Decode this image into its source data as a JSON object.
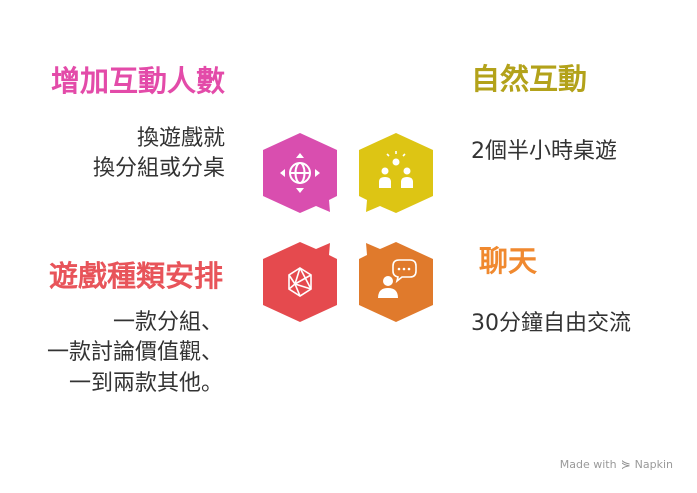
{
  "quadrants": [
    {
      "position": "top-left",
      "title": "增加互動人數",
      "lines": [
        "換遊戲就",
        "換分組或分桌"
      ],
      "color": "#E34BA9",
      "icon": "globe-arrows-icon"
    },
    {
      "position": "top-right",
      "title": "自然互動",
      "lines": [
        "2個半小時桌遊"
      ],
      "color": "#B3A21A",
      "icon": "people-idea-icon"
    },
    {
      "position": "bottom-left",
      "title": "遊戲種類安排",
      "lines": [
        "一款分組、",
        "一款討論價值觀、",
        "一到兩款其他。"
      ],
      "color": "#E8545A",
      "icon": "network-polygon-icon"
    },
    {
      "position": "bottom-right",
      "title": "聊天",
      "lines": [
        "30分鐘自由交流"
      ],
      "color": "#F0892F",
      "icon": "person-chat-icon"
    }
  ],
  "hex_colors": {
    "top-left": "#D94EAF",
    "top-right": "#DDC514",
    "bottom-left": "#E54A4E",
    "bottom-right": "#E07A2C"
  },
  "watermark": {
    "text": "Made with",
    "brand": "Napkin",
    "icon": "napkin-logo-icon"
  }
}
